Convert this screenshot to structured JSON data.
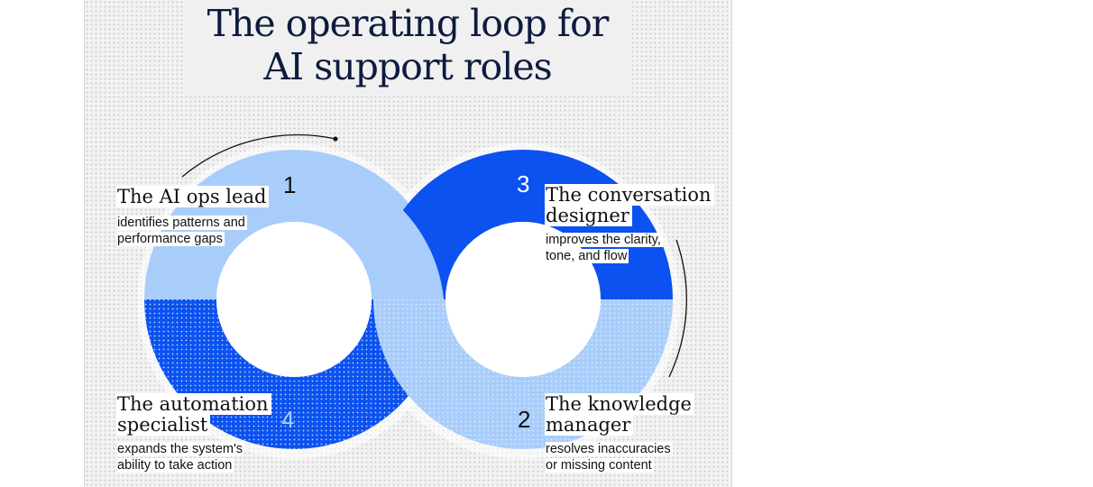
{
  "title": {
    "line1": "The operating loop for",
    "line2": "AI support roles"
  },
  "colors": {
    "light_blue": "#a9cdfa",
    "bright_blue": "#0b52f0",
    "navy": "#0d1b3e"
  },
  "roles": [
    {
      "number": "1",
      "title_line1": "The AI ops lead",
      "title_line2": "",
      "desc_line1": "identifies patterns and",
      "desc_line2": "performance gaps"
    },
    {
      "number": "2",
      "title_line1": "The knowledge",
      "title_line2": "manager",
      "desc_line1": "resolves inaccuracies",
      "desc_line2": "or missing content"
    },
    {
      "number": "3",
      "title_line1": "The conversation",
      "title_line2": "designer",
      "desc_line1": "improves the clarity,",
      "desc_line2": "tone, and flow"
    },
    {
      "number": "4",
      "title_line1": "The automation",
      "title_line2": "specialist",
      "desc_line1": "expands the system's",
      "desc_line2": "ability to take action"
    }
  ]
}
